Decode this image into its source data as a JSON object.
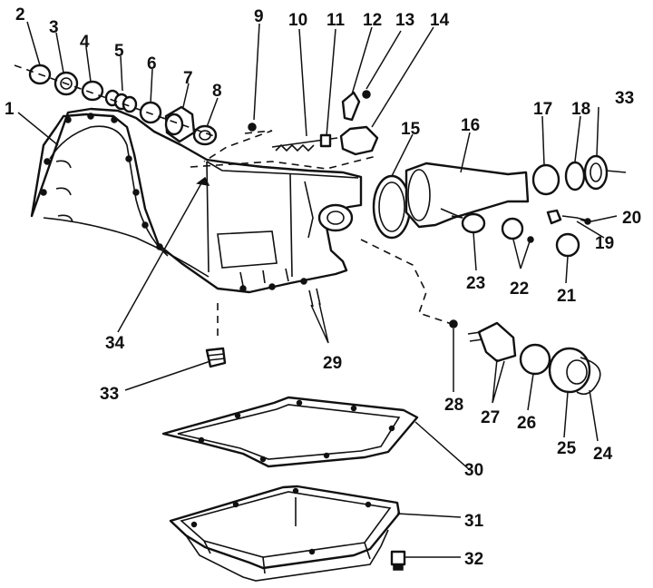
{
  "callouts": {
    "c1": "1",
    "c2": "2",
    "c3": "3",
    "c4": "4",
    "c5": "5",
    "c6": "6",
    "c7": "7",
    "c8": "8",
    "c9": "9",
    "c10": "10",
    "c11": "11",
    "c12": "12",
    "c13": "13",
    "c14": "14",
    "c15": "15",
    "c16": "16",
    "c17": "17",
    "c18": "18",
    "c19": "19",
    "c20": "20",
    "c21": "21",
    "c22": "22",
    "c23": "23",
    "c24": "24",
    "c25": "25",
    "c26": "26",
    "c27": "27",
    "c28": "28",
    "c29": "29",
    "c30": "30",
    "c31": "31",
    "c32": "32",
    "c33a": "33",
    "c33b": "33",
    "c34": "34"
  }
}
